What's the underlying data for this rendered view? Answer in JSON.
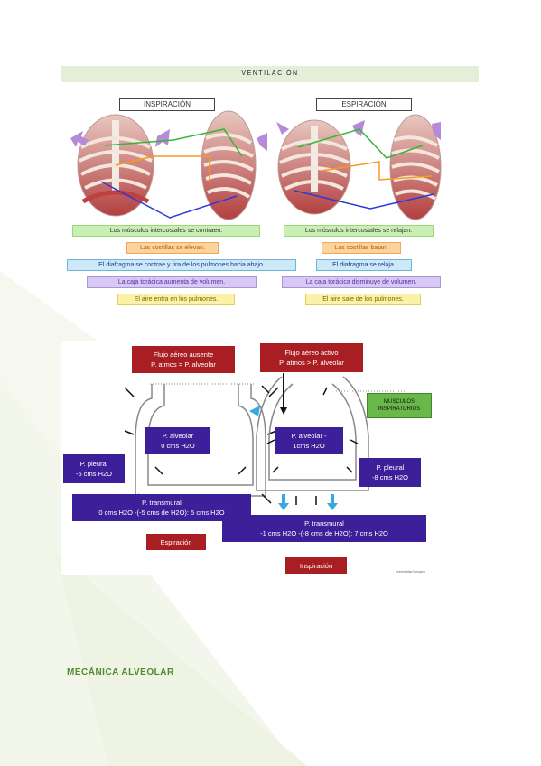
{
  "header": {
    "title": "VENTILACIÓN"
  },
  "figure1": {
    "inspiracion_title": "INSPIRACIÓN",
    "espiracion_title": "ESPIRACIÓN",
    "inspiracion_labels": [
      "Los músculos intercostales se contraen.",
      "Las costillas se elevan.",
      "El diafragma se contrae y tira de los pulmones hacia abajo.",
      "La caja torácica aumenta de volumen.",
      "El aire entra en los pulmones."
    ],
    "espiracion_labels": [
      "Los músculos intercostales se relajan.",
      "Las costillas bajan.",
      "El diafragma se relaja.",
      "La caja torácica disminuye de volumen.",
      "El aire sale de los pulmones."
    ]
  },
  "figure2": {
    "left": {
      "flow_line1": "Flujo aéreo ausente",
      "flow_line2": "P. atmos = P. alveolar",
      "alveolar_line1": "P. alveolar",
      "alveolar_line2": "0 cms H2O",
      "pleural_line1": "P. pleural",
      "pleural_line2": "-5 cms H2O",
      "transmural_line1": "P. transmural",
      "transmural_line2": "0 cms H2O -(-5 cms de H2O): 5 cms H2O",
      "phase": "Espiración"
    },
    "right": {
      "flow_line1": "Flujo aéreo activo",
      "flow_line2": "P. atmos > P. alveolar",
      "muscles_line1": "MUSCULOS",
      "muscles_line2": "INSPIRATORIOS",
      "alveolar_line1": "P. alveolar -",
      "alveolar_line2": "1cms H2O",
      "pleural_line1": "P. pleural",
      "pleural_line2": "-8 cms H2O",
      "transmural_line1": "P. transmural",
      "transmural_line2": "-1 cms H2O -(-8 cms de H2O): 7 cms H2O",
      "phase": "Inspiración"
    },
    "credit": "Universidad Europea"
  },
  "section": {
    "title": "MECÁNICA ALVEOLAR"
  },
  "colors": {
    "header_bg": "#e3efd9",
    "section_title": "#4e8a2e",
    "dark_red": "#a81e22",
    "purple": "#3d1f9a",
    "green": "#6ab84a"
  }
}
